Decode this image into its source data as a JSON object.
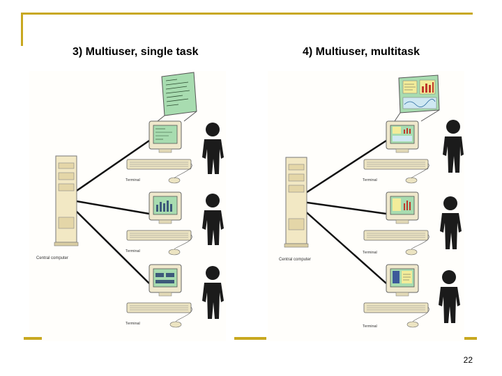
{
  "slide": {
    "page_number": "22",
    "accent_color": "#c8a820"
  },
  "left_panel": {
    "title": "3) Multiuser, single task",
    "central_label": "Central computer",
    "terminal_label": "Terminal"
  },
  "right_panel": {
    "title": "4) Multiuser, multitask",
    "central_label": "Central computer",
    "terminal_label": "Terminal"
  }
}
